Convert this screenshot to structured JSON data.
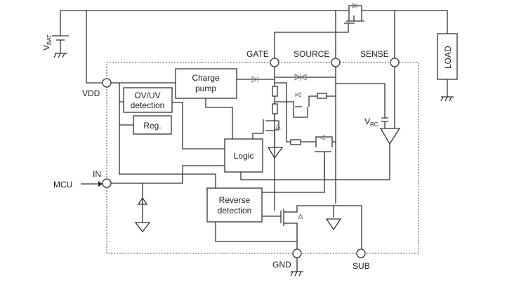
{
  "labels": {
    "vbat": "V",
    "vbat_sub": "BAT",
    "vdd": "VDD",
    "gate": "GATE",
    "source": "SOURCE",
    "sense": "SENSE",
    "load": "LOAD",
    "in": "IN",
    "mcu": "MCU",
    "gnd": "GND",
    "sub": "SUB",
    "vrc": "V",
    "vrc_sub": "RC"
  },
  "blocks": {
    "charge_pump": [
      "Charge",
      "pump"
    ],
    "ovuv": [
      "OV/UV",
      "detection"
    ],
    "reg": "Reg.",
    "logic": "Logic",
    "reverse": [
      "Reverse",
      "detection"
    ]
  }
}
